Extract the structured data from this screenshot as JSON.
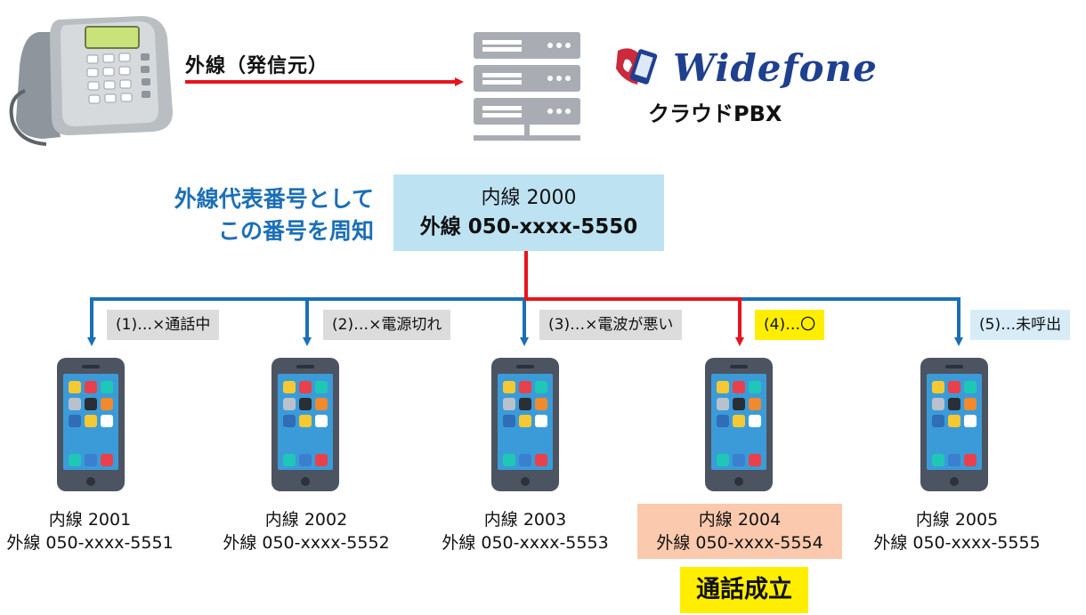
{
  "inbound": {
    "label": "外線（発信元）"
  },
  "pbx": {
    "brand": "Widefone",
    "subtitle": "クラウドPBX"
  },
  "notice": {
    "line1": "外線代表番号として",
    "line2": "この番号を周知"
  },
  "main_number": {
    "extension": "内線 2000",
    "external": "外線 050-xxxx-5550"
  },
  "colors": {
    "call_path": "#e8141d",
    "branch": "#1b6fb7",
    "highlight_box": "#bde3f3",
    "success": "#ffee00"
  },
  "phones": [
    {
      "status": "(1)…×通話中",
      "extension": "内線 2001",
      "external": "外線 050-xxxx-5551"
    },
    {
      "status": "(2)…×電源切れ",
      "extension": "内線 2002",
      "external": "外線 050-xxxx-5552"
    },
    {
      "status": "(3)…×電波が悪い",
      "extension": "内線 2003",
      "external": "外線 050-xxxx-5553"
    },
    {
      "status": "(4)…〇",
      "extension": "内線 2004",
      "external": "外線 050-xxxx-5554"
    },
    {
      "status": "(5)…未呼出",
      "extension": "内線 2005",
      "external": "外線 050-xxxx-5555"
    }
  ],
  "result": {
    "label": "通話成立"
  }
}
